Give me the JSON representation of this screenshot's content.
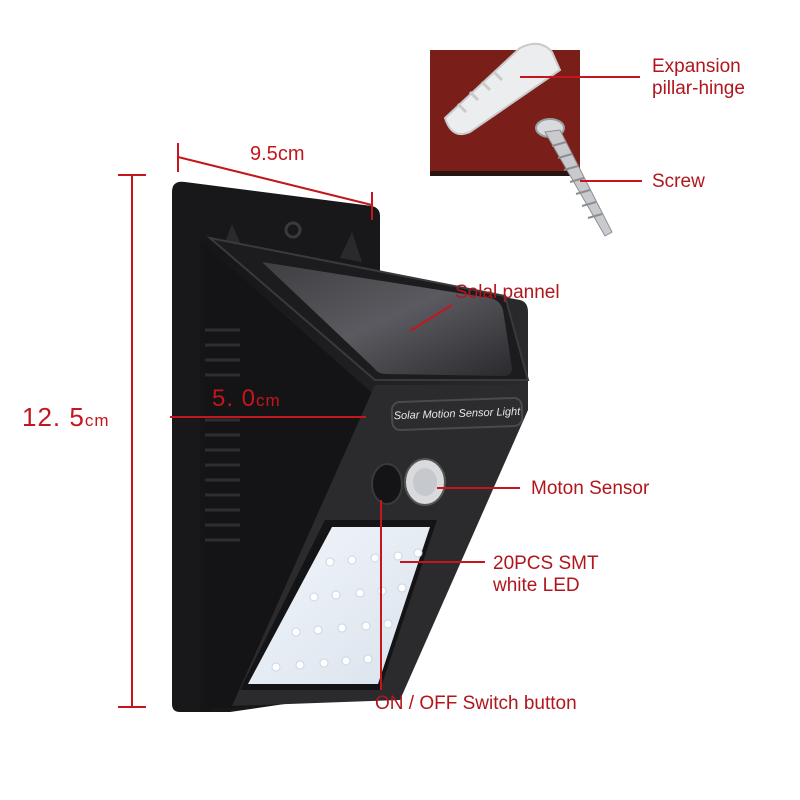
{
  "image": {
    "subject": "Solar motion sensor wall light product diagram",
    "accent_color": "#c4161c",
    "product_color": "#1e1e20",
    "led_panel_color": "#e8eef5",
    "mount_pad_color": "#7a1e1a"
  },
  "dimensions": {
    "width": {
      "value": "9.5",
      "unit": "cm"
    },
    "height": {
      "value": "12. 5",
      "unit": "cm"
    },
    "depth": {
      "value": "5. 0",
      "unit": "cm"
    }
  },
  "product_badge": "Solar Motion Sensor Light",
  "callouts": {
    "expansion_line1": "Expansion",
    "expansion_line2": "pillar-hinge",
    "screw": "Screw",
    "solar_panel": "Solal pannel",
    "motion_sensor": "Moton Sensor",
    "led_line1": "20PCS SMT",
    "led_line2": "white LED",
    "switch": "ON / OFF Switch button"
  },
  "led_count": 20
}
